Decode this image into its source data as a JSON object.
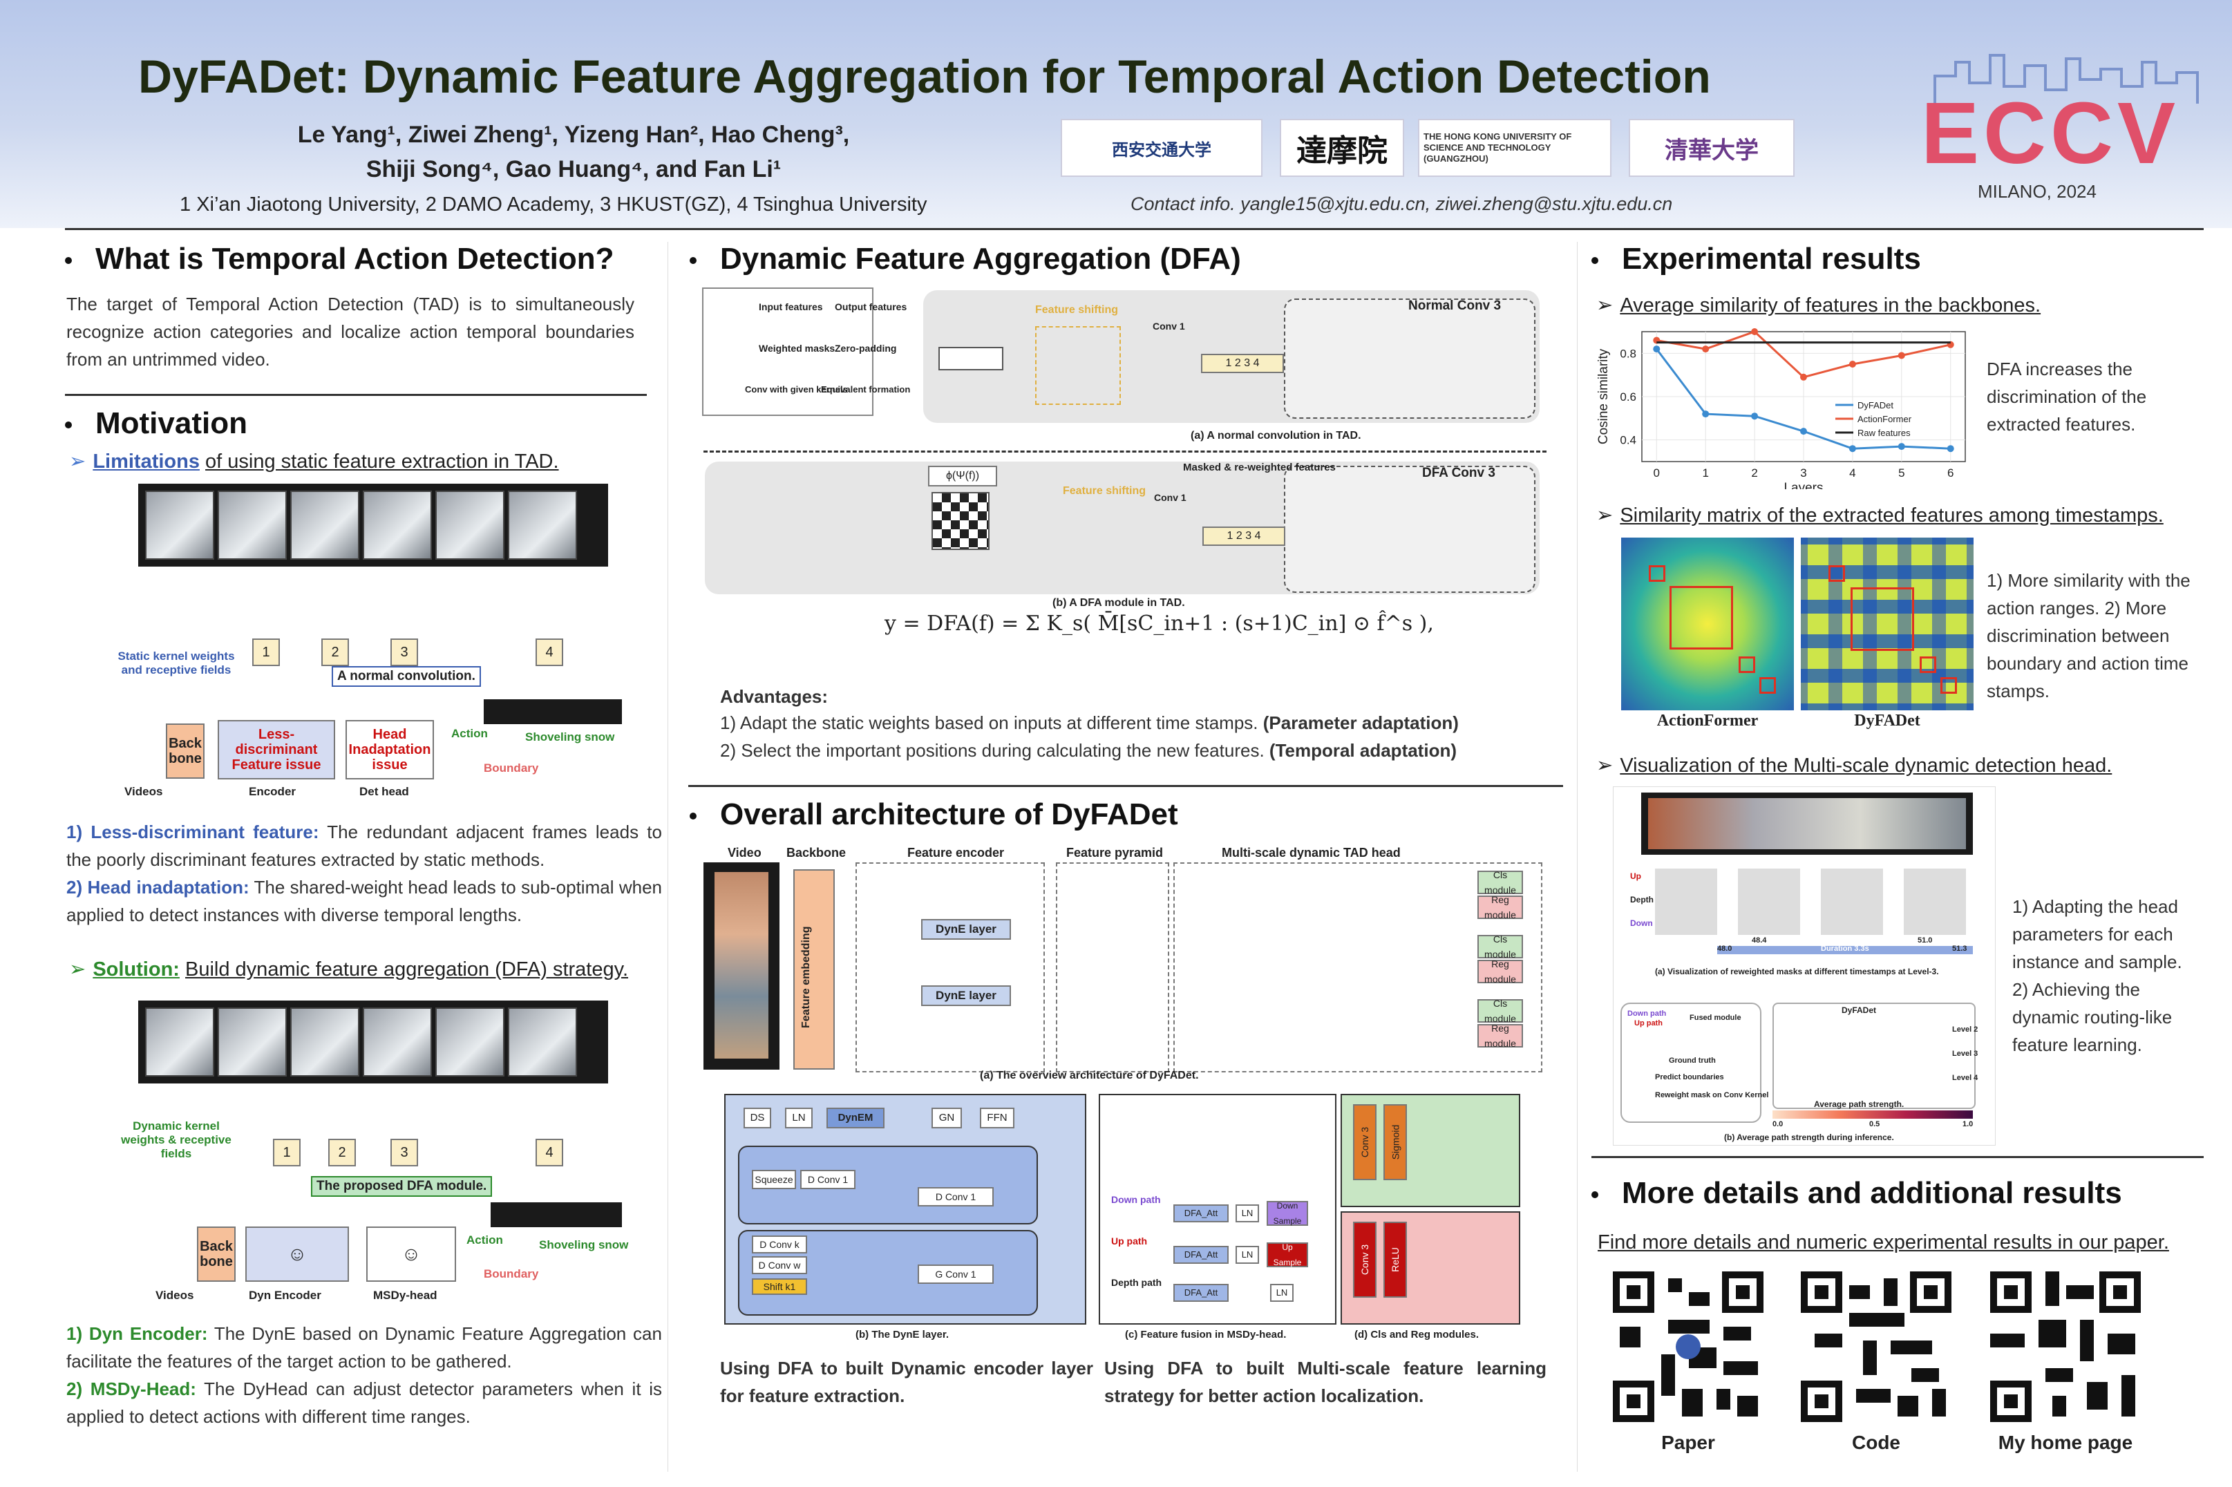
{
  "header": {
    "title": "DyFADet: Dynamic Feature Aggregation for Temporal Action Detection",
    "authors_line1": "Le Yang¹, Ziwei Zheng¹, Yizeng Han², Hao Cheng³,",
    "authors_line2": "Shiji Song⁴, Gao Huang⁴, and Fan Li¹",
    "affiliations": "1 Xi’an Jiaotong University, 2 DAMO Academy, 3 HKUST(GZ), 4 Tsinghua University",
    "contact": "Contact info. yangle15@xjtu.edu.cn, ziwei.zheng@stu.xjtu.edu.cn",
    "logos": [
      "西安交通大学",
      "達摩院",
      "THE HONG KONG UNIVERSITY OF SCIENCE AND TECHNOLOGY (GUANGZHOU)",
      "清華大学"
    ],
    "conference": "ECCV",
    "conference_place": "MILANO, 2024"
  },
  "left": {
    "tad_heading": "What is Temporal Action Detection?",
    "tad_text": "The target of Temporal Action Detection (TAD) is to simultaneously recognize action categories and localize action temporal boundaries from an untrimmed video.",
    "motivation_heading": "Motivation",
    "limitations_label": "Limitations",
    "limitations_rest": "of using static feature extraction in TAD.",
    "fig1_captions": [
      "Static kernel weights and receptive fields",
      "A normal convolution.",
      "Back bone",
      "Less-discriminant Feature issue",
      "Head Inadaptation issue",
      "Action",
      "Shoveling snow",
      "Boundary",
      "Videos",
      "Encoder",
      "Det head"
    ],
    "point1_label": "1) Less-discriminant feature:",
    "point1_text": "The redundant adjacent frames leads to the poorly discriminant features extracted by static methods.",
    "point2_label": "2) Head inadaptation:",
    "point2_text": "The shared-weight head leads to sub-optimal when applied to detect instances with diverse temporal lengths.",
    "solution_label": "Solution:",
    "solution_rest": "Build dynamic feature aggregation (DFA) strategy.",
    "fig2_captions": [
      "Dynamic kernel weights & receptive fields",
      "The proposed DFA module.",
      "Back bone",
      "Action",
      "Shoveling snow",
      "Boundary",
      "Videos",
      "Dyn Encoder",
      "MSDy-head"
    ],
    "point3_label": "1) Dyn Encoder:",
    "point3_text": "The DynE based on Dynamic Feature Aggregation can facilitate the features of the target action to be gathered.",
    "point4_label": "2) MSDy-Head:",
    "point4_text": "The DyHead can adjust detector parameters when it is applied to detect actions with different time ranges."
  },
  "middle": {
    "dfa_heading": "Dynamic Feature Aggregation (DFA)",
    "dfa_legend": [
      "Input features",
      "Output features",
      "Weighted masks",
      "Zero-padding",
      "Conv with given kernels",
      "Equivalent formation"
    ],
    "dfa_captions": [
      "(a) A normal convolution in TAD.",
      "(b) A DFA module in TAD.",
      "Normal Conv 3",
      "DFA Conv 3",
      "Feature shifting",
      "Masked & re-weighted features",
      "Conv 1"
    ],
    "formula": "y = DFA(f) = Σ K_s( M̄[sC_in+1 : (s+1)C_in] ⊙ f̂^s ),",
    "advantages_title": "Advantages:",
    "adv1_text": "1) Adapt the static weights based on inputs at different time stamps.",
    "adv1_bold": "(Parameter adaptation)",
    "adv2_text": "2) Select the important positions during calculating the new features.",
    "adv2_bold": "(Temporal adaptation)",
    "arch_heading": "Overall architecture of DyFADet",
    "arch_columns": [
      "Video",
      "Backbone",
      "Feature encoder",
      "Feature pyramid",
      "Multi-scale dynamic TAD head"
    ],
    "arch_labels": [
      "Feature embedding",
      "DynE layer",
      "DynE layer",
      "Cls module",
      "Reg module"
    ],
    "arch_caption": "(a) The overview architecture of DyFADet.",
    "sub_captions": [
      "(b) The DynE layer.",
      "(c) Feature fusion in MSDy-head.",
      "(d) Cls and Reg modules."
    ],
    "dyne_blocks": [
      "DS",
      "LN",
      "DynEM",
      "GN",
      "FFN",
      "Squeeze",
      "D Conv 1",
      "D Conv 1",
      "D Conv k",
      "D Conv w",
      "G Conv 1",
      "Shift k1"
    ],
    "fusion_labels": [
      "Down path",
      "Up path",
      "Depth path",
      "DFA_Att",
      "LN",
      "Down Sample",
      "Up Sample"
    ],
    "head_labels": [
      "Conv 3",
      "Sigmoid",
      "Conv 3",
      "ReLU"
    ],
    "bottom_text_left": "Using DFA to built Dynamic encoder layer for feature extraction.",
    "bottom_text_right": "Using DFA to built Multi-scale feature learning strategy for better action localization."
  },
  "right": {
    "exp_heading": "Experimental results",
    "sub1": "Average similarity of features in the backbones.",
    "sub1_note": "DFA increases the discrimination of the extracted features.",
    "sub2": "Similarity matrix of the extracted features among timestamps.",
    "sub2_note": "1) More similarity with the action ranges. 2) More discrimination between boundary and action time stamps.",
    "matrix_labels": [
      "ActionFormer",
      "DyFADet"
    ],
    "sub3": "Visualization of the Multi-scale dynamic detection head.",
    "sub3_note": "1) Adapting the head parameters for each instance and sample. 2) Achieving the dynamic routing-like feature learning.",
    "vis_captions": [
      "(a) Visualization of reweighted masks at different timestamps at Level-3.",
      "(b) Average path strength during inference.",
      "Average path strength.",
      "Up",
      "Depth",
      "Down",
      "48.0",
      "48.4",
      "Duration 3.3s",
      "51.0",
      "51.3",
      "DyFADet",
      "Level 2",
      "Level 3",
      "Level 4",
      "Fused module",
      "Ground truth",
      "Predict boundaries",
      "Reweight mask on Conv Kernel",
      "Down path",
      "Up path",
      "0.0",
      "0.5",
      "1.0"
    ],
    "more_heading": "More details and additional results",
    "more_text": "Find more details and numeric experimental results in our paper.",
    "qr_labels": [
      "Paper",
      "Code",
      "My home page"
    ]
  },
  "chart_data": {
    "type": "line",
    "x": [
      0,
      1,
      2,
      3,
      4,
      5,
      6
    ],
    "xlabel": "Layers",
    "ylabel": "Cosine similarity",
    "ylim": [
      0.3,
      0.9
    ],
    "yticks": [
      0.4,
      0.6,
      0.8
    ],
    "series": [
      {
        "name": "DyFADet",
        "color": "#3b8bd0",
        "values": [
          0.82,
          0.52,
          0.51,
          0.44,
          0.36,
          0.37,
          0.36
        ]
      },
      {
        "name": "ActionFormer",
        "color": "#e8583a",
        "values": [
          0.86,
          0.82,
          0.9,
          0.69,
          0.75,
          0.79,
          0.84
        ]
      },
      {
        "name": "Raw features",
        "color": "#222222",
        "values": [
          0.85,
          0.85,
          0.85,
          0.85,
          0.85,
          0.85,
          0.85
        ]
      }
    ],
    "legend": "right",
    "grid": true
  }
}
